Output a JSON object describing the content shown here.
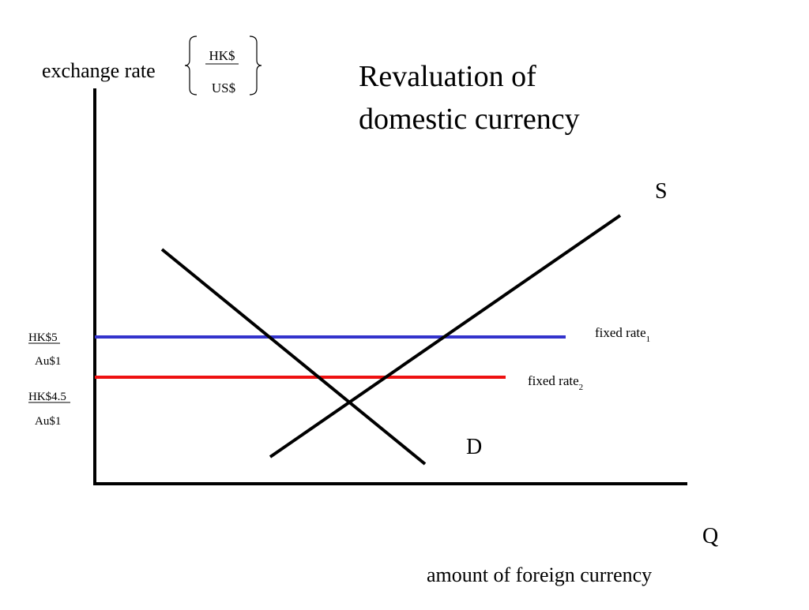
{
  "title": {
    "line1": "Revaluation of",
    "line2": "domestic currency"
  },
  "y_axis": {
    "label": "exchange rate",
    "unit_numerator": "HK$",
    "unit_denominator": "US$"
  },
  "x_axis": {
    "short_label": "Q",
    "label": "amount of foreign currency"
  },
  "curves": {
    "supply_label": "S",
    "demand_label": "D"
  },
  "fixed_rates": [
    {
      "label": "fixed rate",
      "subscript": "1",
      "value_numerator": "HK$5",
      "value_denominator": "Au$1",
      "color": "#3333cc"
    },
    {
      "label": "fixed rate",
      "subscript": "2",
      "value_numerator": "HK$4.5",
      "value_denominator": "Au$1",
      "color": "#ee1111"
    }
  ],
  "colors": {
    "axis": "#000000",
    "curve": "#000000",
    "background": "#ffffff"
  }
}
